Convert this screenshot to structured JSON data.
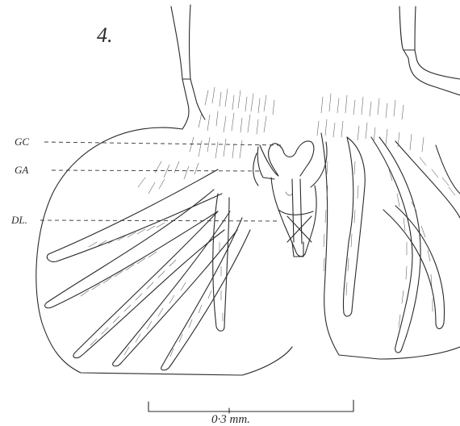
{
  "figure": {
    "number": "4.",
    "labels": {
      "gc": "GC",
      "ga": "GA",
      "dl": "DL."
    },
    "scale_bar": {
      "text": "0·3 mm."
    }
  }
}
